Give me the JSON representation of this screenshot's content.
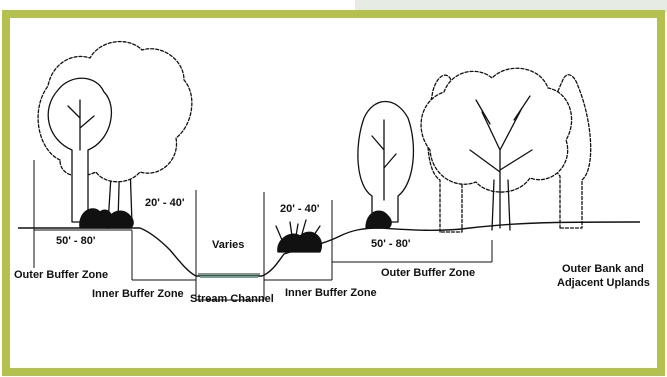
{
  "colors": {
    "border": "#b5c14e",
    "corner_tab": "#e6ebe4",
    "ink": "#111111",
    "water": "#7c9a8e"
  },
  "widths": {
    "outer_left": "50' - 80'",
    "inner_left": "20' - 40'",
    "channel": "Varies",
    "inner_right": "20' - 40'",
    "outer_right": "50' - 80'"
  },
  "zones": {
    "outer_left": "Outer Buffer Zone",
    "inner_left": "Inner Buffer Zone",
    "channel": "Stream Channel",
    "inner_right": "Inner Buffer Zone",
    "outer_right": "Outer Buffer Zone",
    "uplands_line1": "Outer Bank and",
    "uplands_line2": "Adjacent Uplands"
  },
  "icons": [
    "deciduous-tree-icon",
    "shrub-icon",
    "grass-tuft-icon",
    "conifer-tree-icon"
  ]
}
